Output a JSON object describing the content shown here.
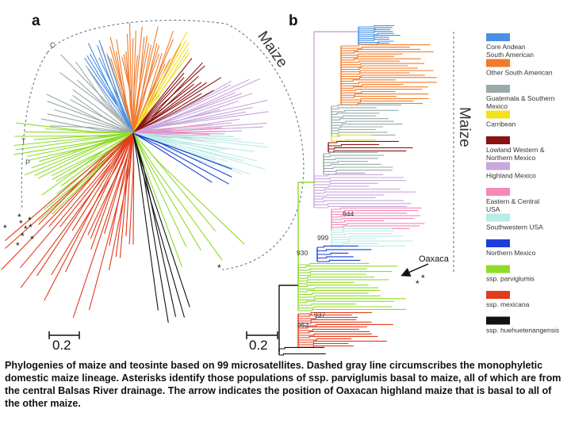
{
  "panels": {
    "a": "a",
    "b": "b"
  },
  "maize_label_a": "Maize",
  "maize_label_b": "Maize",
  "tree_a_labels": {
    "c": "C",
    "t": "T",
    "p": "P"
  },
  "scale_a": "0.2",
  "scale_b": "0.2",
  "asterisk": "*",
  "bootstrap": [
    "944",
    "999",
    "930",
    "937",
    "952"
  ],
  "oaxaca_label": "Oaxaca",
  "legend": [
    {
      "lines": [
        "Core Andean",
        "South American"
      ],
      "color": "#4a90e2"
    },
    {
      "lines": [
        "Other South American"
      ],
      "color": "#f07b2a"
    },
    {
      "lines": [
        "Guatemala & Southern",
        "Mexico"
      ],
      "color": "#9aa9a9"
    },
    {
      "lines": [
        "Carribean"
      ],
      "color": "#f2e21b"
    },
    {
      "lines": [
        "Lowland Western &",
        "Northern Mexico"
      ],
      "color": "#8b1212"
    },
    {
      "lines": [
        "Highland Mexico"
      ],
      "color": "#c9a6dc"
    },
    {
      "lines": [
        "Eastern & Central",
        "USA"
      ],
      "color": "#f08ab8"
    },
    {
      "lines": [
        "Southwestern USA"
      ],
      "color": "#b9ece6"
    },
    {
      "lines": [
        "Northern Mexico"
      ],
      "color": "#1b3fd6"
    },
    {
      "lines": [
        "ssp. parviglumis"
      ],
      "color": "#8fdc2a"
    },
    {
      "lines": [
        "ssp. mexicana"
      ],
      "color": "#e23b1b"
    },
    {
      "lines": [
        "ssp. huehuetenangensis"
      ],
      "color": "#111111"
    }
  ],
  "caption": "Phylogenies of maize and teosinte based on 99 microsatellites. Dashed gray line circumscribes the monophyletic domestic maize lineage. Asterisks identify those populations of ssp. parviglumis basal to maize, all of which are from the central Balsas River drainage. The arrow indicates the position of Oaxacan highland maize that is basal to all of the other maize."
}
